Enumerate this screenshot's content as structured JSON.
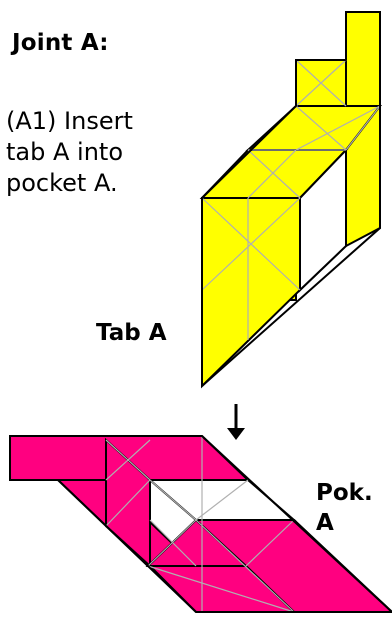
{
  "title": "Joint A:",
  "instruction": {
    "lines": [
      "(A1) Insert",
      "tab A into",
      "pocket A."
    ]
  },
  "labels": {
    "tab": "Tab A",
    "pocket_lines": [
      "Pok.",
      "A"
    ]
  },
  "colors": {
    "tab_piece": "#ffff00",
    "pocket_piece": "#ff0080",
    "fold_line": "#b0b0b0",
    "outline": "#000000",
    "pocket_opening": "#ffffff"
  },
  "icons": {
    "arrow": "down-arrow-icon"
  }
}
